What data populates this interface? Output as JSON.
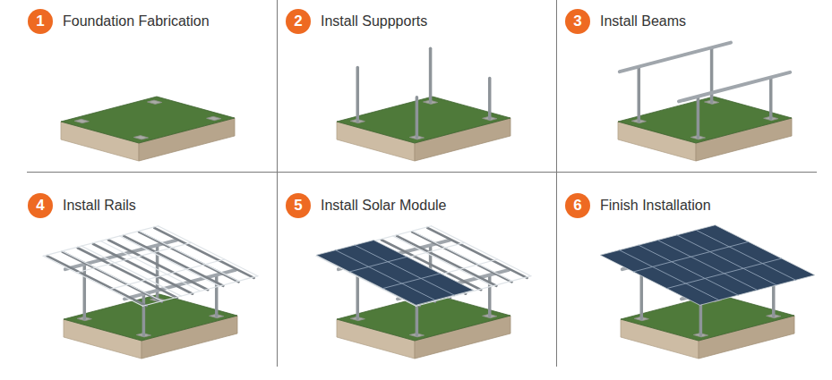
{
  "diagram": {
    "nodes": [
      {
        "text": [
          "1",
          "Foundation Fabrication"
        ]
      },
      {
        "text": [
          "2",
          "Install Suppports"
        ]
      },
      {
        "text": [
          "3",
          "Install Beams"
        ]
      },
      {
        "text": [
          "4",
          "Install Rails"
        ]
      },
      {
        "text": [
          "5",
          "Install Solar Module"
        ]
      },
      {
        "text": [
          "6",
          "Finish Installation"
        ]
      }
    ]
  }
}
